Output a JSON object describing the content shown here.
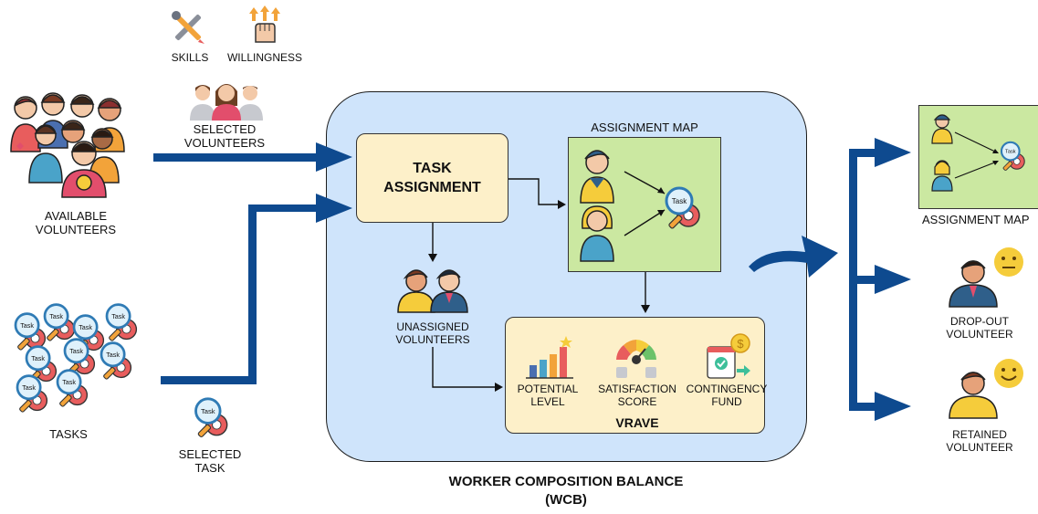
{
  "inputs": {
    "skills_label": "SKILLS",
    "willingness_label": "WILLINGNESS",
    "selected_volunteers_label": "SELECTED\nVOLUNTEERS",
    "available_volunteers_label": "AVAILABLE\nVOLUNTEERS",
    "tasks_label": "TASKS",
    "selected_task_label": "SELECTED\nTASK"
  },
  "wcb": {
    "task_assignment_label": "TASK\nASSIGNMENT",
    "assignment_map_label": "ASSIGNMENT MAP",
    "unassigned_volunteers_label": "UNASSIGNED\nVOLUNTEERS",
    "vrave": {
      "title": "VRAVE",
      "potential_level_label": "POTENTIAL\nLEVEL",
      "satisfaction_score_label": "SATISFACTION\nSCORE",
      "contingency_fund_label": "CONTINGENCY\nFUND"
    },
    "title": "WORKER COMPOSITION BALANCE\n(WCB)"
  },
  "outputs": {
    "assignment_map_label": "ASSIGNMENT MAP",
    "dropout_label": "DROP-OUT\nVOLUNTEER",
    "retained_label": "RETAINED\nVOLUNTEER"
  },
  "task_icon_text": "Task",
  "colors": {
    "arrow_blue": "#0e4a8f",
    "panel_blue": "#cfe4fb",
    "box_cream": "#fdf0c9",
    "map_green": "#cbe8a1",
    "emoji_yellow": "#f5cc3b"
  }
}
